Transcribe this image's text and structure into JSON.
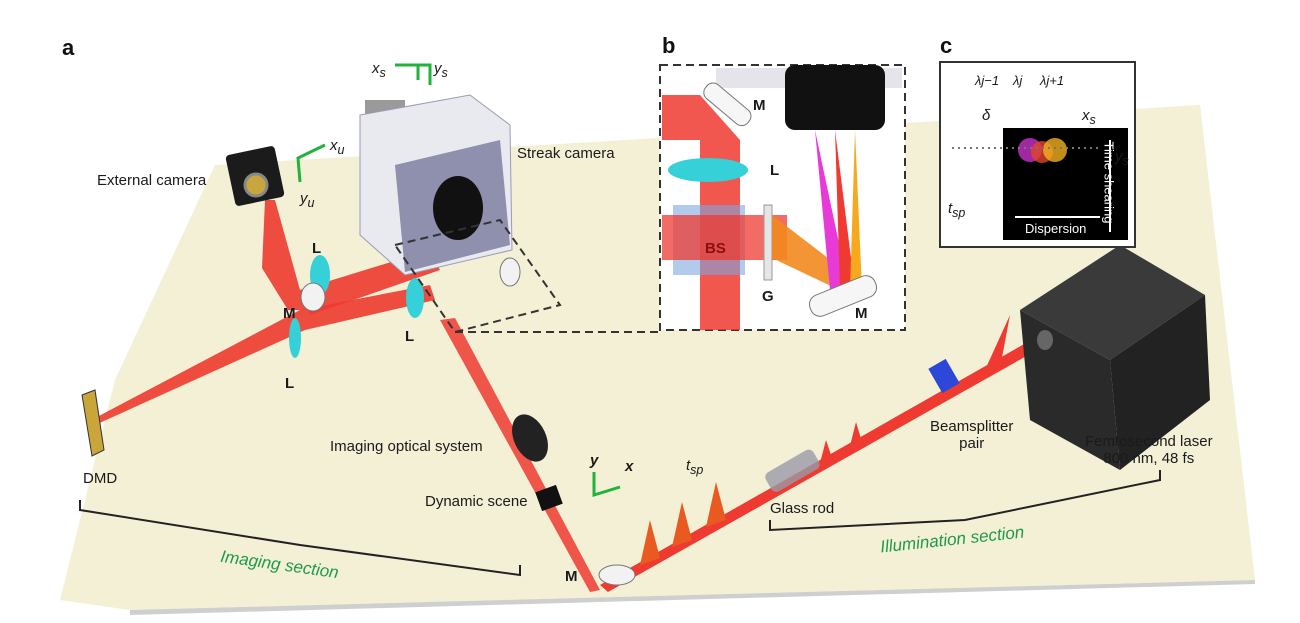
{
  "panels": {
    "a": "a",
    "b": "b",
    "c": "c"
  },
  "labels": {
    "external_camera": "External camera",
    "streak_camera": "Streak camera",
    "dmd": "DMD",
    "imaging_optical_system": "Imaging optical system",
    "dynamic_scene": "Dynamic scene",
    "glass_rod": "Glass rod",
    "beamsplitter_line1": "Beamsplitter",
    "beamsplitter_line2": "pair",
    "laser_line1": "Femtosecond laser",
    "laser_line2": "800 nm, 48 fs",
    "imaging_section": "Imaging section",
    "illumination_section": "Illumination section",
    "lens": "L",
    "mirror": "M",
    "beam_splitter": "BS",
    "grating": "G"
  },
  "axes": {
    "xs": "x",
    "xs_sub": "s",
    "ys": "y",
    "ys_sub": "s",
    "xu": "x",
    "xu_sub": "u",
    "yu": "y",
    "yu_sub": "u",
    "x": "x",
    "y": "y",
    "tsp": "t",
    "tsp_sub": "sp"
  },
  "panel_c": {
    "lambda_prev": "λj−1",
    "lambda_j": "λj",
    "lambda_next": "λj+1",
    "delta": "δ",
    "time_shearing": "Time shearing",
    "dispersion": "Dispersion",
    "tsp": "t",
    "tsp_sub": "sp",
    "xs": "x",
    "ys": "y",
    "sub": "s"
  },
  "colors": {
    "table": "#f3f0d6",
    "beam": "#ee3a30",
    "lens": "#35d0d8",
    "axis_green": "#22b33a",
    "section_text": "#1f9a4a",
    "camera_body": "#e9e9f0",
    "camera_face": "#8f8fae",
    "laser": "#2a2a2a"
  }
}
